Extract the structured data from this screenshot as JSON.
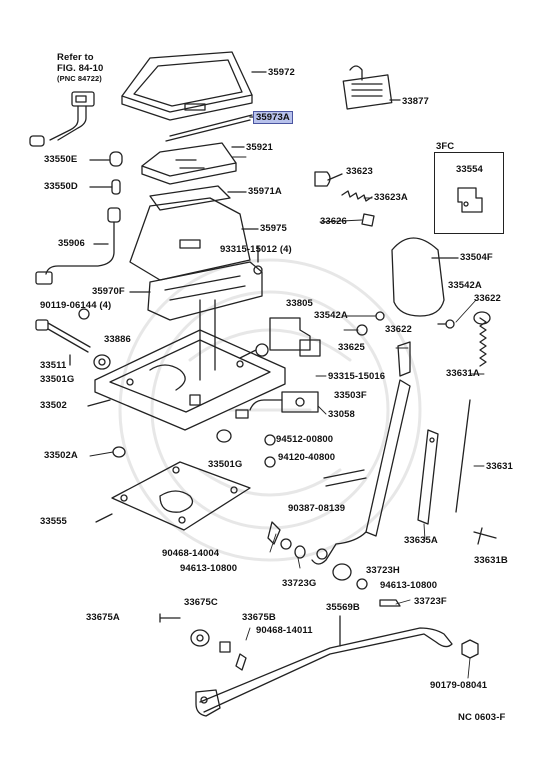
{
  "diagram": {
    "refer": {
      "line1": "Refer to",
      "line2": "FIG. 84-10",
      "line3": "(PNC 84722)"
    },
    "inset_title": "3FC",
    "footer_code": "NC 0603-F",
    "highlight_color": "#b8c2ec",
    "labels": {
      "p35972": "35972",
      "p35973A": "35973A",
      "p35921": "35921",
      "p33550E": "33550E",
      "p33550D": "33550D",
      "p35971A": "35971A",
      "p35906": "35906",
      "p35975": "35975",
      "p35970F": "35970F",
      "p93315_15012": "93315-15012 (4)",
      "p90119_06144": "90119-06144 (4)",
      "p33877": "33877",
      "p33623": "33623",
      "p33623A": "33623A",
      "p33626": "33626",
      "p33554": "33554",
      "p33504F": "33504F",
      "p33542A_r": "33542A",
      "p33622_r": "33622",
      "p33805": "33805",
      "p33542A": "33542A",
      "p33622": "33622",
      "p33886": "33886",
      "p33625": "33625",
      "p33511": "33511",
      "p33501G": "33501G",
      "p93315_15016": "93315-15016",
      "p33631A": "33631A",
      "p33502": "33502",
      "p33503F": "33503F",
      "p33058": "33058",
      "p94512_00800": "94512-00800",
      "p33502A": "33502A",
      "p33501G_b": "33501G",
      "p94120_40800": "94120-40800",
      "p33631": "33631",
      "p90387_08139": "90387-08139",
      "p33555": "33555",
      "p33635A": "33635A",
      "p90468_14004": "90468-14004",
      "p94613_10800_l": "94613-10800",
      "p33723G": "33723G",
      "p33723H": "33723H",
      "p94613_10800_r": "94613-10800",
      "p33631B": "33631B",
      "p33675A": "33675A",
      "p33675C": "33675C",
      "p33675B": "33675B",
      "p35569B": "35569B",
      "p33723F": "33723F",
      "p90468_14011": "90468-14011",
      "p90179_08041": "90179-08041"
    }
  }
}
